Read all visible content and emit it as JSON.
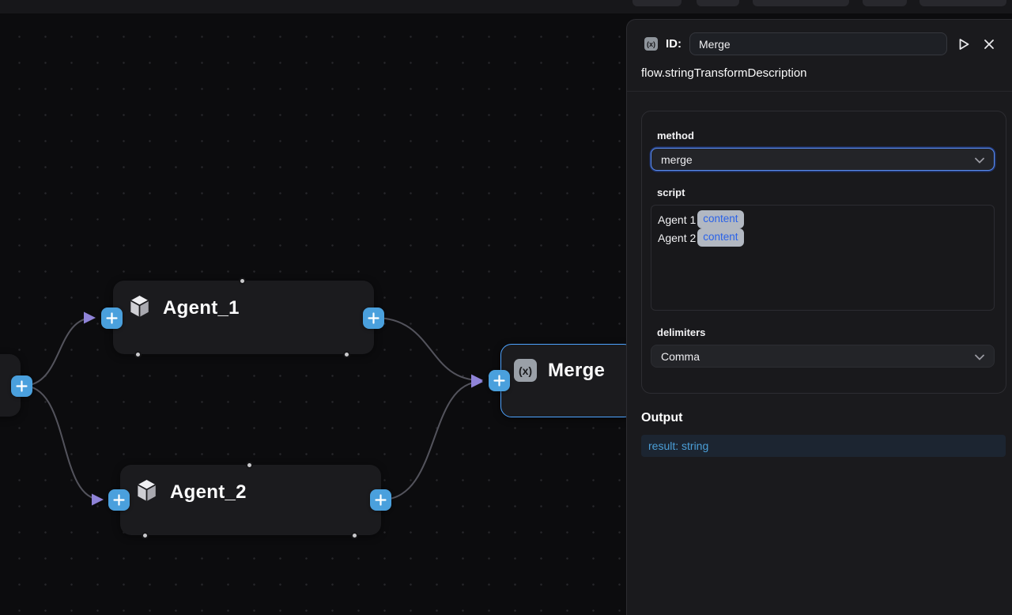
{
  "canvas": {
    "nodes": [
      {
        "id": "start-partial",
        "title": ""
      },
      {
        "id": "agent1",
        "title": "Agent_1",
        "icon": "cube-icon"
      },
      {
        "id": "agent2",
        "title": "Agent_2",
        "icon": "cube-icon"
      },
      {
        "id": "merge",
        "title": "Merge",
        "icon": "fx-icon",
        "selected": true
      }
    ]
  },
  "panel": {
    "header": {
      "id_label": "ID:",
      "id_value": "Merge"
    },
    "description": "flow.stringTransformDescription",
    "fields": {
      "method": {
        "label": "method",
        "value": "merge"
      },
      "script": {
        "label": "script",
        "lines": [
          {
            "text": "Agent 1",
            "badge": "content"
          },
          {
            "text": "Agent 2",
            "badge": "content"
          }
        ]
      },
      "delimiters": {
        "label": "delimiters",
        "value": "Comma"
      }
    },
    "output": {
      "label": "Output",
      "result": "result: string"
    }
  },
  "colors": {
    "accent_blue": "#4aa0dd",
    "selected_border": "#4da3ff",
    "edge": "#53535c",
    "arrow": "#8f83d8",
    "badge_bg": "#b2b8c2",
    "badge_text": "#2a62e8",
    "result_text": "#4b9fd8"
  }
}
